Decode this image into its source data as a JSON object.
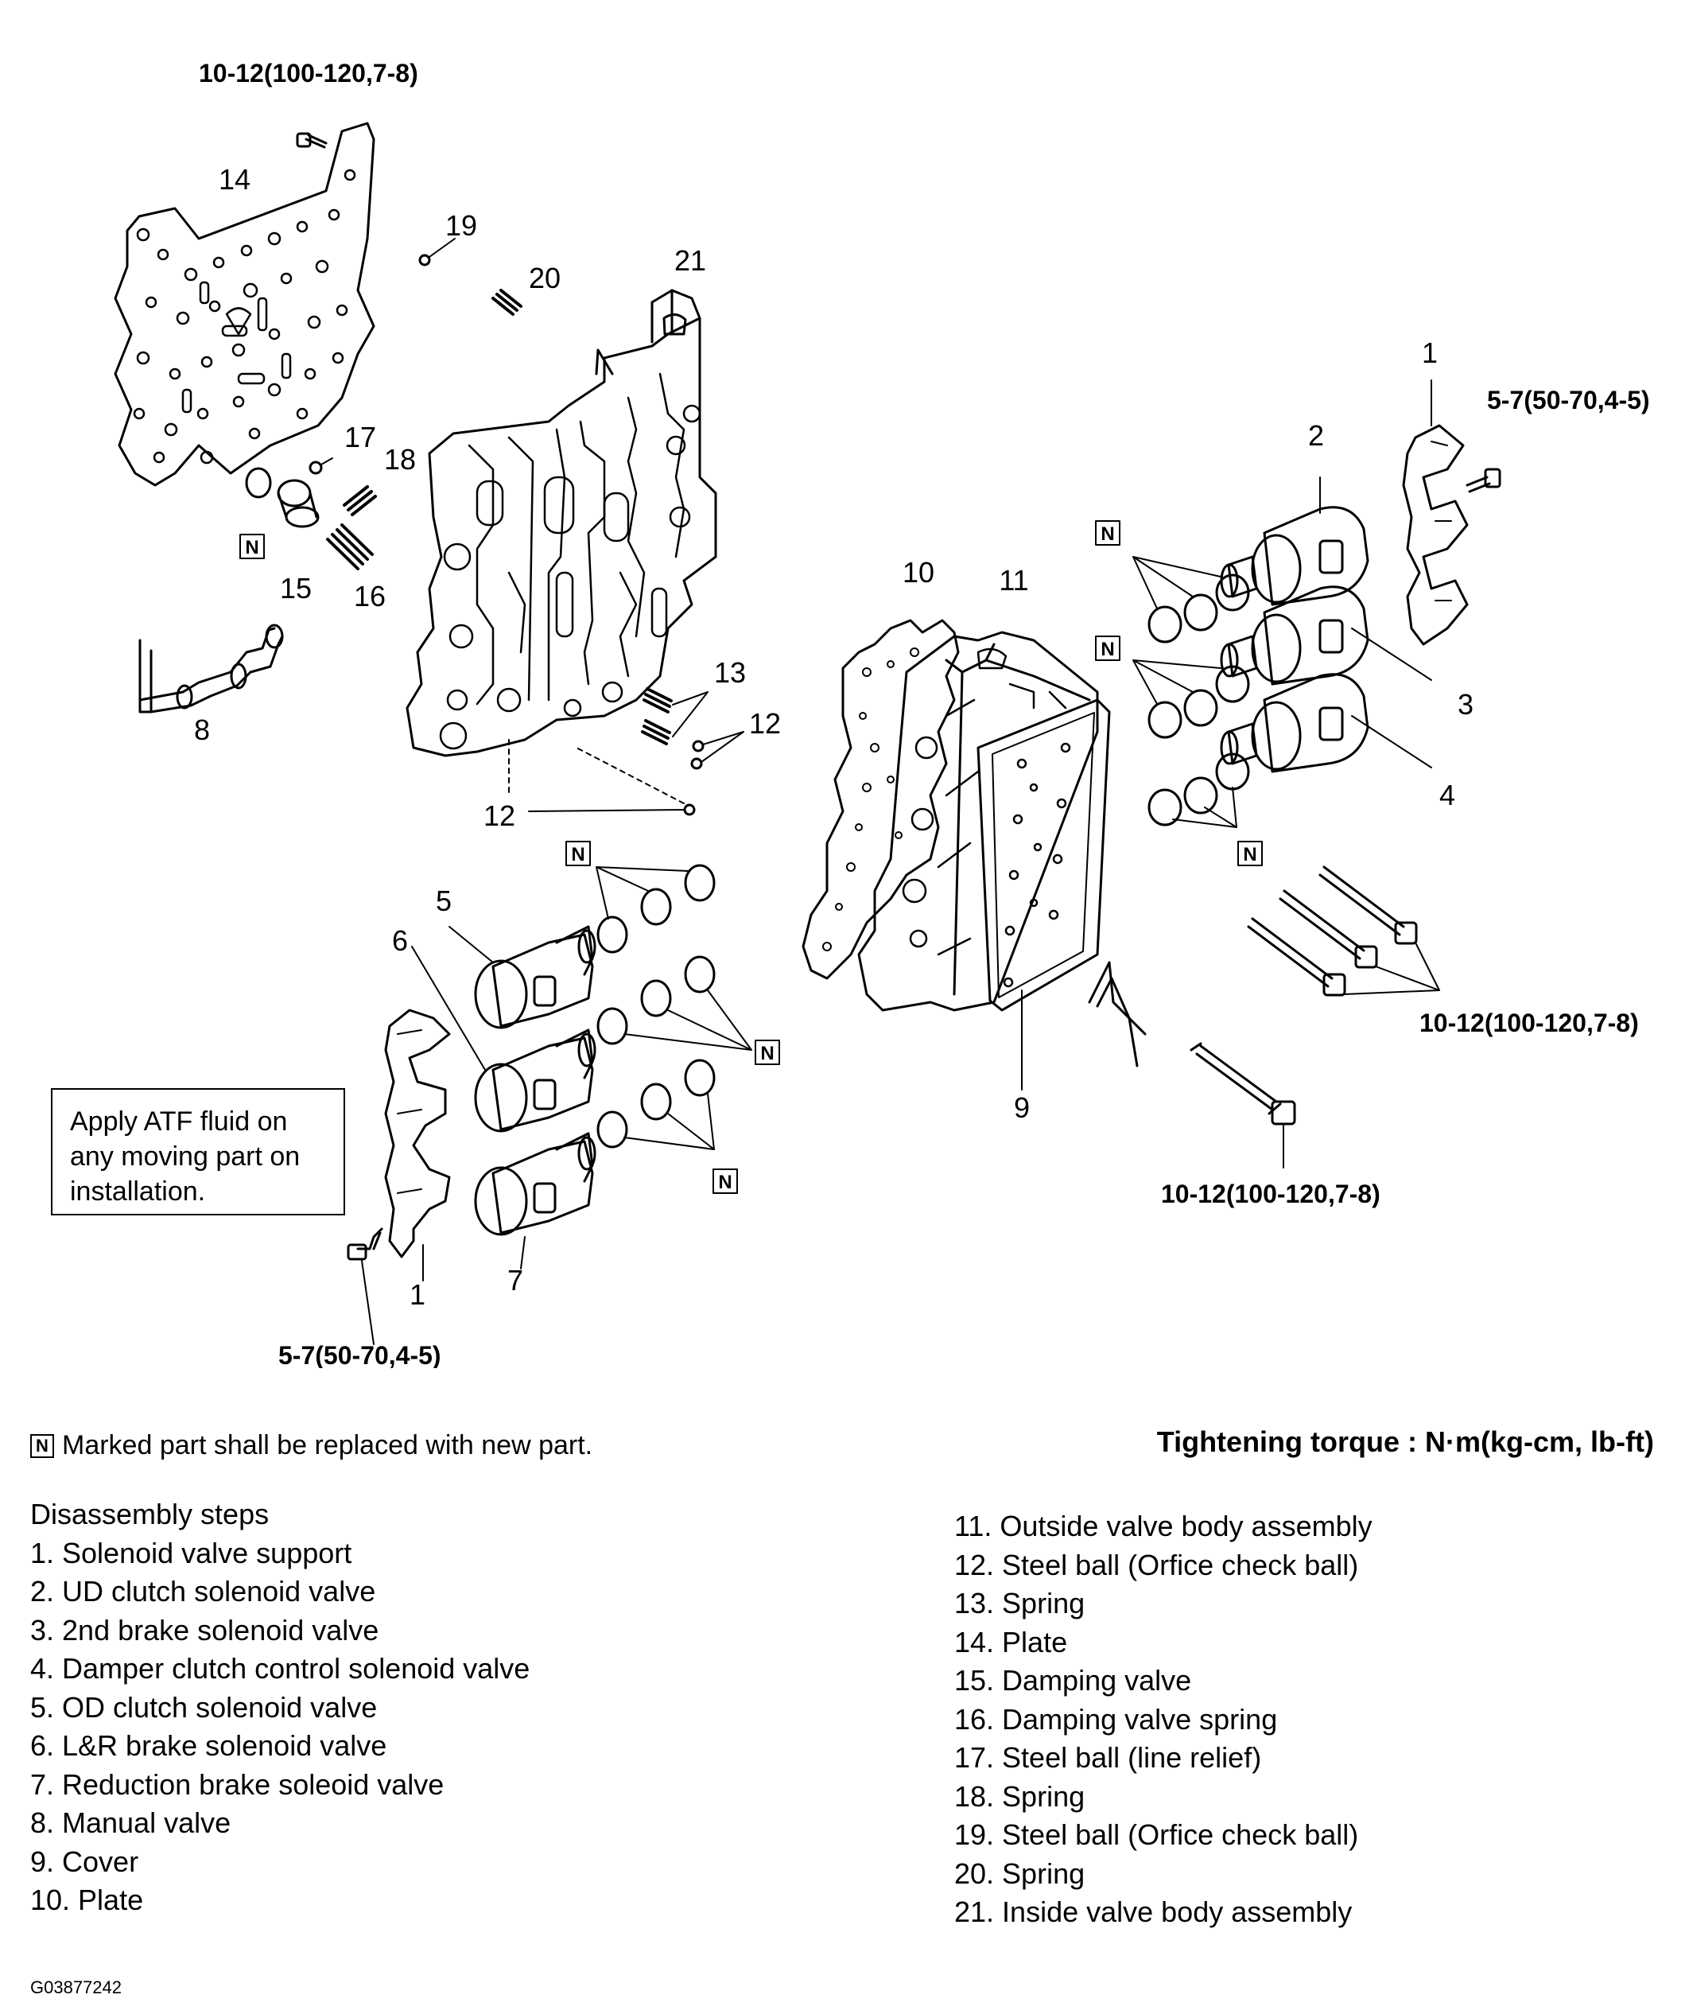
{
  "torque_labels": {
    "top_plate_bolt": "10-12(100-120,7-8)",
    "right_support_bolt": "5-7(50-70,4-5)",
    "right_long_bolts": "10-12(100-120,7-8)",
    "bottom_bolt": "10-12(100-120,7-8)",
    "left_support_bolt": "5-7(50-70,4-5)"
  },
  "callouts": {
    "c1a": "1",
    "c1b": "1",
    "c2": "2",
    "c3": "3",
    "c4": "4",
    "c5": "5",
    "c6": "6",
    "c7": "7",
    "c8": "8",
    "c9": "9",
    "c10": "10",
    "c11": "11",
    "c12a": "12",
    "c12b": "12",
    "c13": "13",
    "c14": "14",
    "c15": "15",
    "c16": "16",
    "c17": "17",
    "c18": "18",
    "c19": "19",
    "c20": "20",
    "c21": "21"
  },
  "n_marker": "N",
  "note_box": "Apply ATF fluid on any moving part on installation.",
  "legend": {
    "n_text": "Marked part shall be replaced with new part.",
    "torque_text": "Tightening torque : N·m(kg-cm, lb-ft)"
  },
  "steps_title": "Disassembly steps",
  "steps_left": [
    "1. Solenoid valve support",
    "2. UD clutch solenoid valve",
    "3. 2nd brake solenoid valve",
    "4. Damper clutch control solenoid valve",
    "5. OD clutch solenoid valve",
    "6. L&R brake solenoid valve",
    "7. Reduction brake soleoid valve",
    "8. Manual valve",
    "9. Cover",
    "10. Plate"
  ],
  "steps_right": [
    "11. Outside valve body assembly",
    "12. Steel ball (Orfice check ball)",
    "13. Spring",
    "14. Plate",
    "15. Damping valve",
    "16. Damping valve spring",
    "17. Steel ball (line relief)",
    "18. Spring",
    "19. Steel ball (Orfice check ball)",
    "20. Spring",
    "21. Inside valve body assembly"
  ],
  "figure_id": "G03877242"
}
